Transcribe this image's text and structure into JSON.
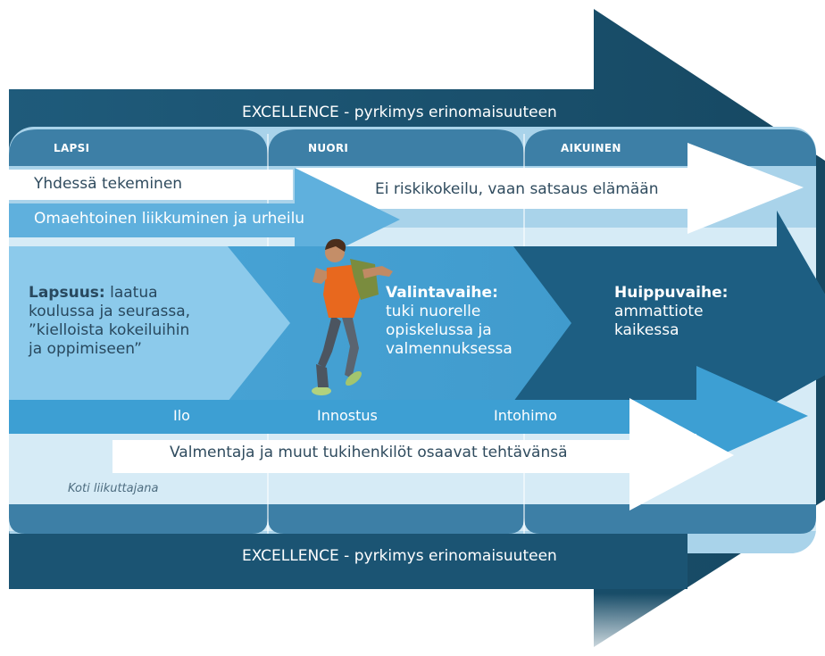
{
  "banners": {
    "top": "EXCELLENCE - pyrkimys erinomaisuuteen",
    "bottom": "EXCELLENCE - pyrkimys erinomaisuuteen"
  },
  "stages": [
    "LAPSI",
    "NUORI",
    "AIKUINEN"
  ],
  "arrows": {
    "together": "Yhdessä tekeminen",
    "commitment": "Ei riskikokeilu, vaan satsaus elämään",
    "self_initiated": "Omaehtoinen liikkuminen ja urheilu",
    "coaches": "Valmentaja ja muut tukihenkilöt osaavat tehtävänsä"
  },
  "phases": {
    "childhood": {
      "heading": "Lapsuus:",
      "lines": [
        "laatua",
        "koulussa ja seurassa,",
        "”kielloista kokeiluihin",
        "ja oppimiseen”"
      ]
    },
    "selection": {
      "heading": "Valintavaihe:",
      "lines": [
        "tuki nuorelle",
        "opiskelussa ja",
        "valmennuksessa"
      ]
    },
    "peak": {
      "heading": "Huippuvaihe:",
      "lines": [
        "ammattiote",
        "kaikessa"
      ]
    }
  },
  "feelings": [
    "Ilo",
    "Innostus",
    "Intohimo"
  ],
  "home_note": "Koti liikuttajana",
  "colors": {
    "dark_teal": "#1f5a79",
    "mid_blue": "#2d86b5",
    "light_blue": "#7fc3e6",
    "pale_blue": "#d7ecf6"
  }
}
